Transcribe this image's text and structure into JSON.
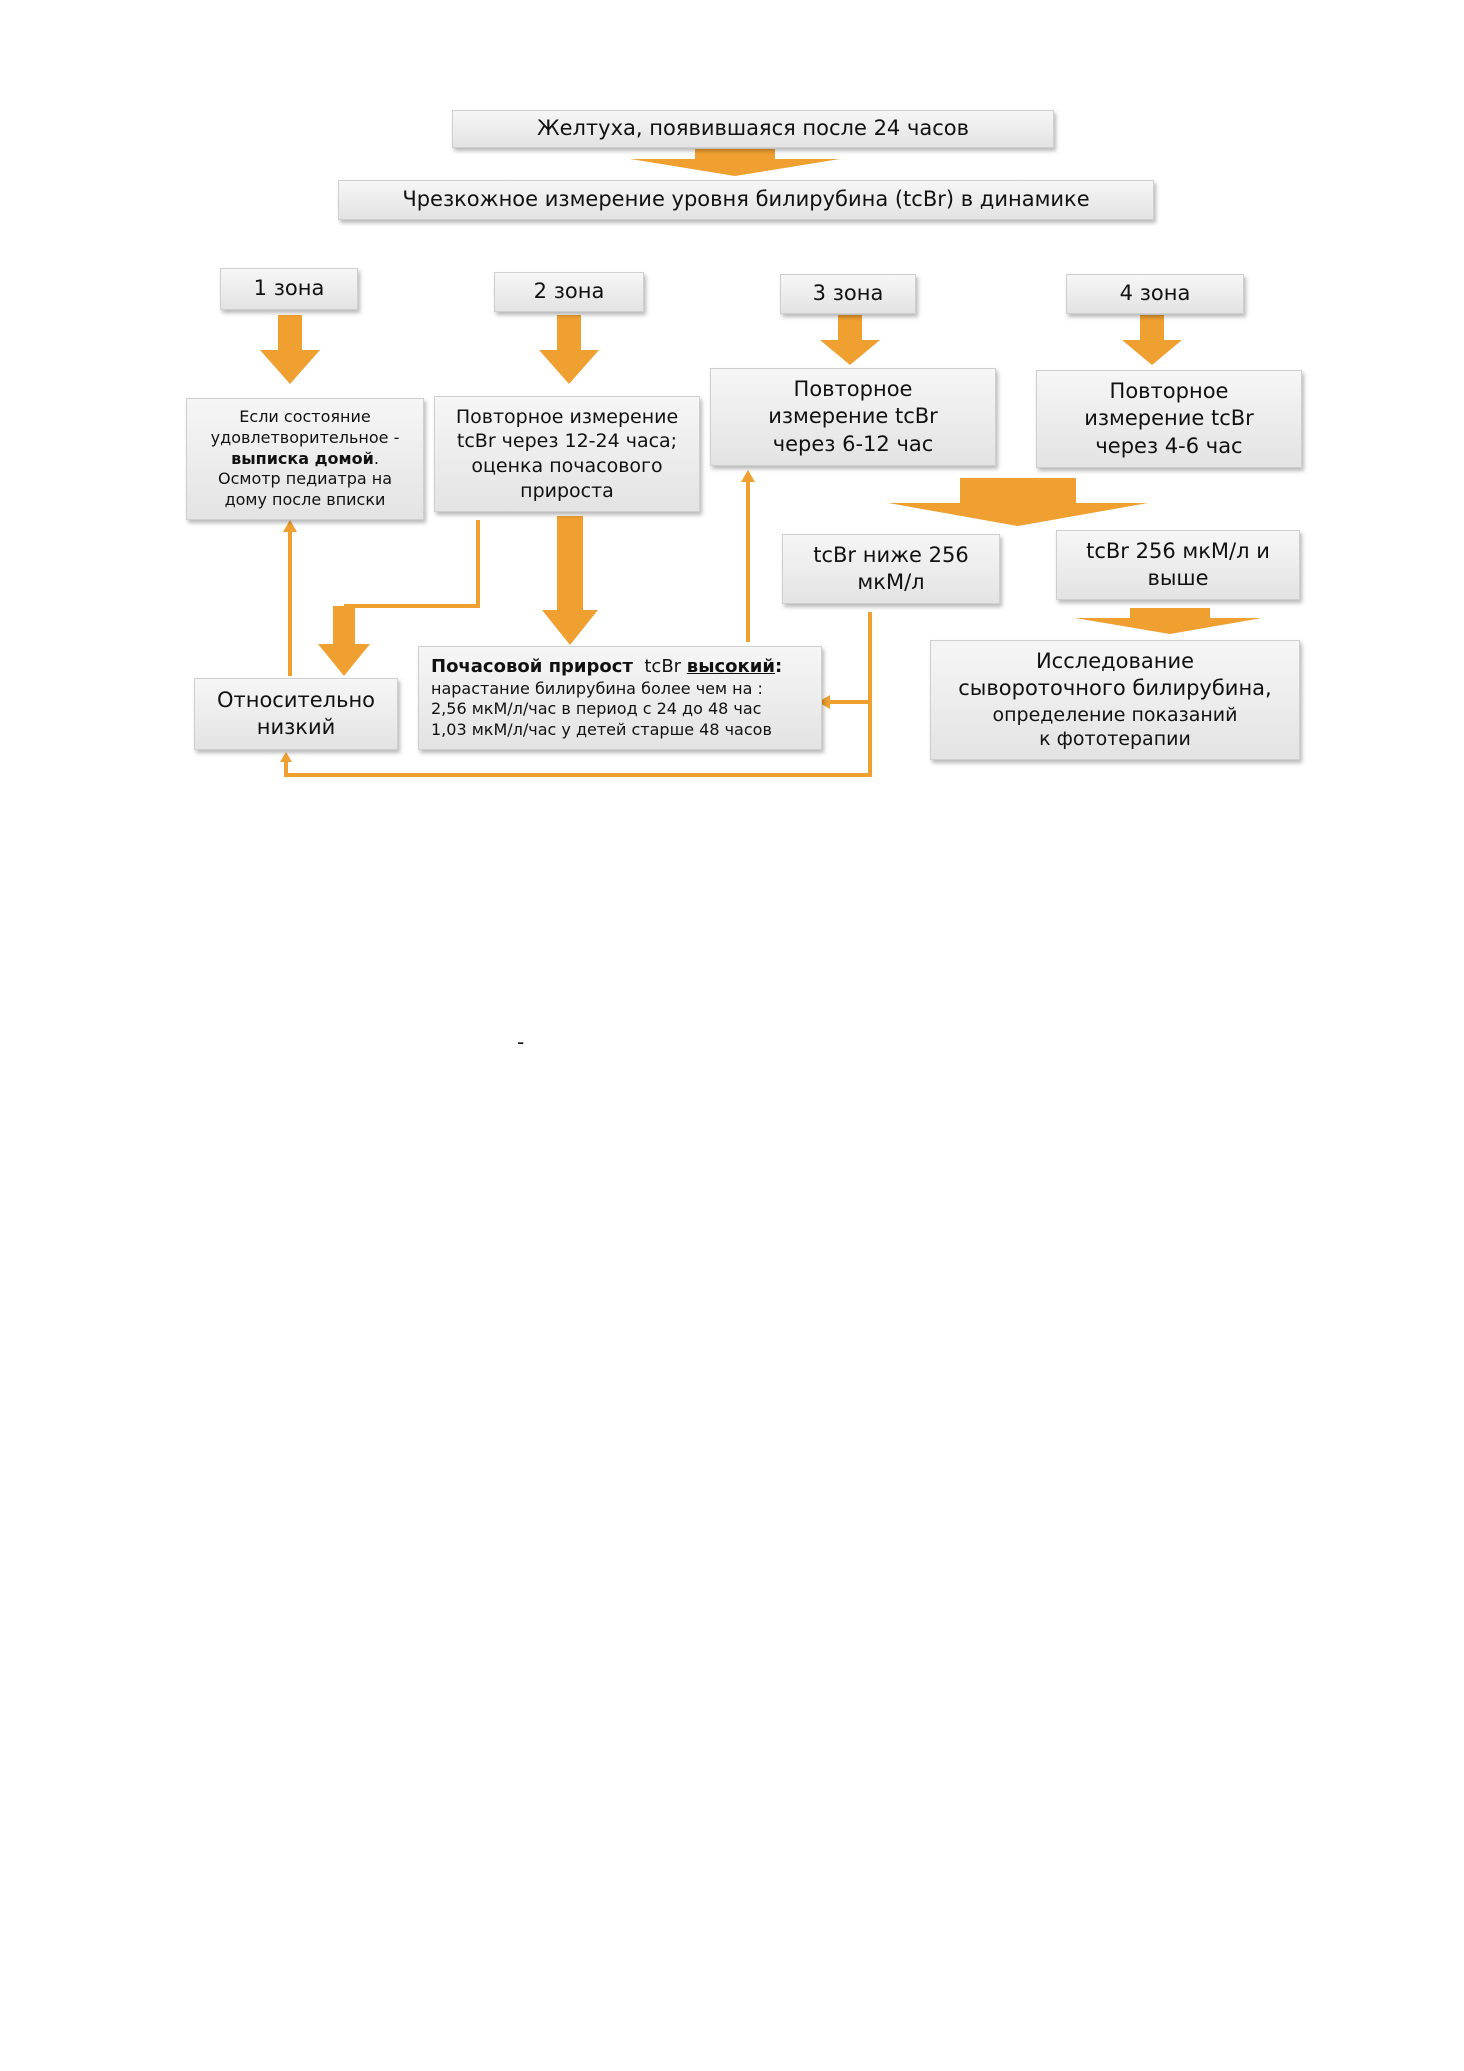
{
  "flowchart": {
    "start": "Желтуха, появившаяся после 24 часов",
    "measure": "Чрезкожное измерение уровня билирубина (tcBr) в динамике",
    "zones": [
      "1 зона",
      "2 зона",
      "3 зона",
      "4 зона"
    ],
    "zone1_result": {
      "line1": "Если состояние",
      "line2": "удовлетворительное -",
      "bold": "выписка домой",
      "after_bold": ".",
      "line4": "Осмотр педиатра на",
      "line5": "дому после вписки"
    },
    "zone2_result": [
      "Повторное измерение",
      "tcBr через 12-24 часа;",
      "оценка  почасового",
      "прироста"
    ],
    "zone3_result": [
      "Повторное",
      "измерение tcBr",
      "через 6-12 час"
    ],
    "zone4_result": [
      "Повторное",
      "измерение tcBr",
      "через 4-6 час"
    ],
    "below_256": [
      "tcBr ниже 256",
      "мкМ/л"
    ],
    "above_256": [
      "tcBr 256 мкМ/л и",
      "выше"
    ],
    "serum_test": {
      "line1": "Исследование",
      "line2": "сывороточного билирубина,",
      "line3": "определение показаний",
      "line4": "к фототерапии"
    },
    "relatively_low": [
      "Относительно",
      "низкий"
    ],
    "hourly_high": {
      "bold1": "Почасовой прирост",
      "mid": "tcBr",
      "bold2": "высокий",
      "colon": ":",
      "line2": "нарастание билирубина более чем на :",
      "line3": "2,56 мкМ/л/час в период с 24 до 48 час",
      "line4": "1,03 мкМ/л/час у детей старше 48 часов"
    },
    "stray_mark": "-"
  },
  "colors": {
    "arrow": "#f0a030",
    "box": "#e8e8e8"
  }
}
